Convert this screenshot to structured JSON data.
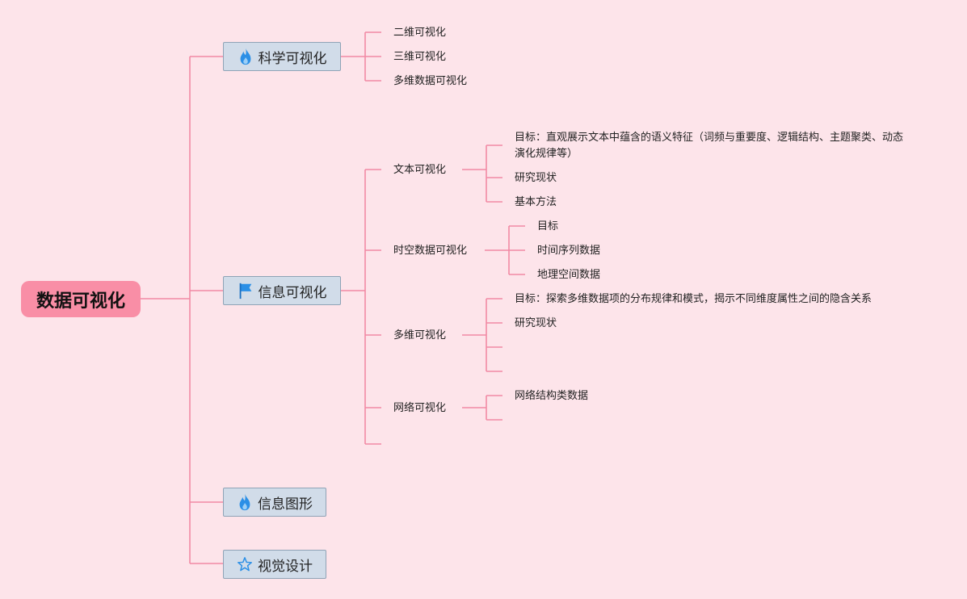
{
  "colors": {
    "background": "#fde4ea",
    "root_fill": "#f98ea6",
    "topic_fill": "#d1dce9",
    "topic_border": "#8fa3b6",
    "connector": "#f28aa4",
    "icon_blue": "#2b8fe6"
  },
  "root": {
    "label": "数据可视化"
  },
  "topics": [
    {
      "label": "科学可视化",
      "icon": "fire-icon",
      "children": [
        "二维可视化",
        "三维可视化",
        "多维数据可视化"
      ]
    },
    {
      "label": "信息可视化",
      "icon": "flag-icon",
      "children": [
        {
          "label": "文本可视化",
          "children": [
            "目标：直观展示文本中蕴含的语义特征（词频与重要度、逻辑结构、主题聚类、动态演化规律等）",
            "研究现状",
            "基本方法"
          ]
        },
        {
          "label": "时空数据可视化",
          "children": [
            "目标",
            "时间序列数据",
            "地理空间数据"
          ]
        },
        {
          "label": "多维可视化",
          "children": [
            "目标：探索多维数据项的分布规律和模式，揭示不同维度属性之间的隐含关系",
            "研究现状",
            "",
            ""
          ]
        },
        {
          "label": "网络可视化",
          "children": [
            "网络结构类数据",
            ""
          ]
        },
        {
          "label": "",
          "children": []
        }
      ]
    },
    {
      "label": "信息图形",
      "icon": "fire-icon",
      "children": []
    },
    {
      "label": "视觉设计",
      "icon": "star-icon",
      "children": []
    }
  ]
}
